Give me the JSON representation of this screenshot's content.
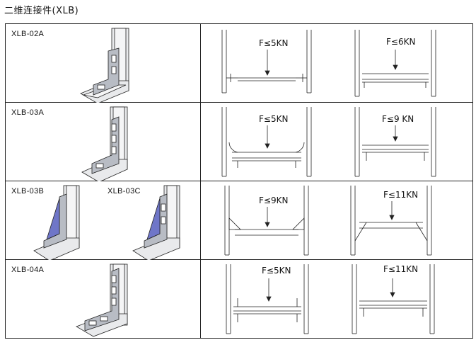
{
  "title": "二维连接件(XLB)",
  "rows": [
    {
      "codes": [
        "XLB-02A"
      ],
      "loads": [
        "F≤5KN",
        "F≤6KN"
      ]
    },
    {
      "codes": [
        "XLB-03A"
      ],
      "loads": [
        "F≤5KN",
        "F≤9 KN"
      ]
    },
    {
      "codes": [
        "XLB-03B",
        "XLB-03C"
      ],
      "loads": [
        "F≤9KN",
        "F≤11KN"
      ]
    },
    {
      "codes": [
        "XLB-04A"
      ],
      "loads": [
        "F≤5KN",
        "F≤11KN"
      ]
    }
  ],
  "colors": {
    "line": "#222222",
    "plate": "#b8bcc4",
    "gusset": "#6f76c8"
  }
}
